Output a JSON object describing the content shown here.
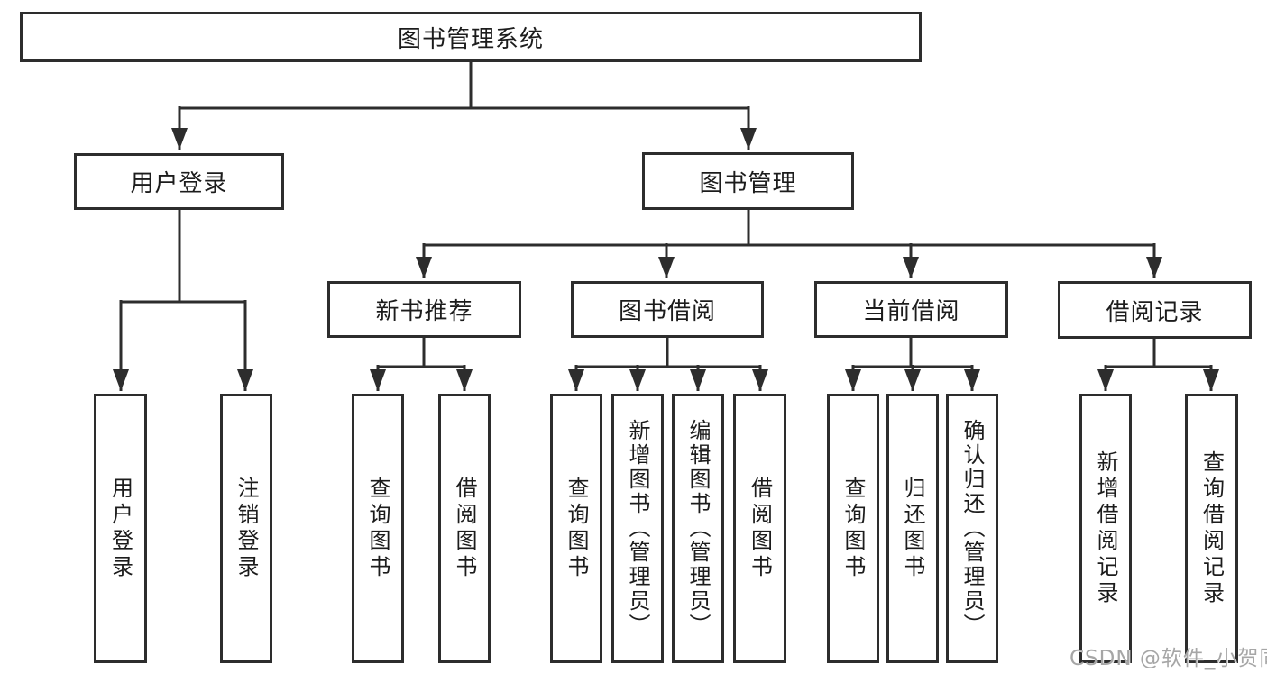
{
  "diagram": {
    "title": "图书管理系统",
    "root": {
      "label": "图书管理系统"
    },
    "level2": [
      {
        "label": "用户登录"
      },
      {
        "label": "图书管理"
      }
    ],
    "level3": [
      {
        "label": "新书推荐"
      },
      {
        "label": "图书借阅"
      },
      {
        "label": "当前借阅"
      },
      {
        "label": "借阅记录"
      }
    ],
    "leaves": [
      {
        "label": "用户登录",
        "parent": "用户登录"
      },
      {
        "label": "注销登录",
        "parent": "用户登录"
      },
      {
        "label": "查询图书",
        "parent": "新书推荐"
      },
      {
        "label": "借阅图书",
        "parent": "新书推荐"
      },
      {
        "label": "查询图书",
        "parent": "图书借阅"
      },
      {
        "label": "新增图书（管理员）",
        "parent": "图书借阅"
      },
      {
        "label": "编辑图书（管理员）",
        "parent": "图书借阅"
      },
      {
        "label": "借阅图书",
        "parent": "图书借阅"
      },
      {
        "label": "查询图书",
        "parent": "当前借阅"
      },
      {
        "label": "归还图书",
        "parent": "当前借阅"
      },
      {
        "label": "确认归还（管理员）",
        "parent": "当前借阅"
      },
      {
        "label": "新增借阅记录",
        "parent": "借阅记录"
      },
      {
        "label": "查询借阅记录",
        "parent": "借阅记录"
      }
    ]
  },
  "watermark": {
    "text": "CSDN @软件_小贺同学"
  },
  "colors": {
    "line": "#2d2d2d",
    "box_border": "#2d2d2d",
    "text": "#1c1c1c",
    "watermark": "#a6a6a6",
    "background": "#ffffff"
  }
}
